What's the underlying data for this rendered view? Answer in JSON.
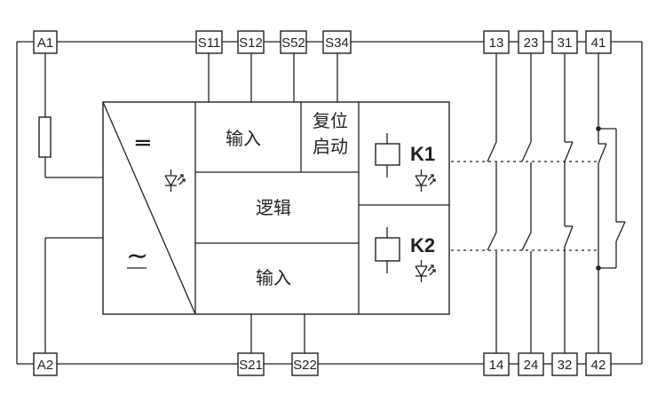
{
  "terminals": {
    "a1": "A1",
    "a2": "A2",
    "s11": "S11",
    "s12": "S12",
    "s52": "S52",
    "s34": "S34",
    "s21": "S21",
    "s22": "S22",
    "t13": "13",
    "t23": "23",
    "t31": "31",
    "t41": "41",
    "t14": "14",
    "t24": "24",
    "t32": "32",
    "t42": "42"
  },
  "blocks": {
    "input_top": "输入",
    "reset_line1": "复位",
    "reset_line2": "启动",
    "logic": "逻辑",
    "input_bottom": "输入"
  },
  "relays": {
    "k1": "K1",
    "k2": "K2"
  },
  "symbols": {
    "dc": "═",
    "ac": "∼"
  }
}
